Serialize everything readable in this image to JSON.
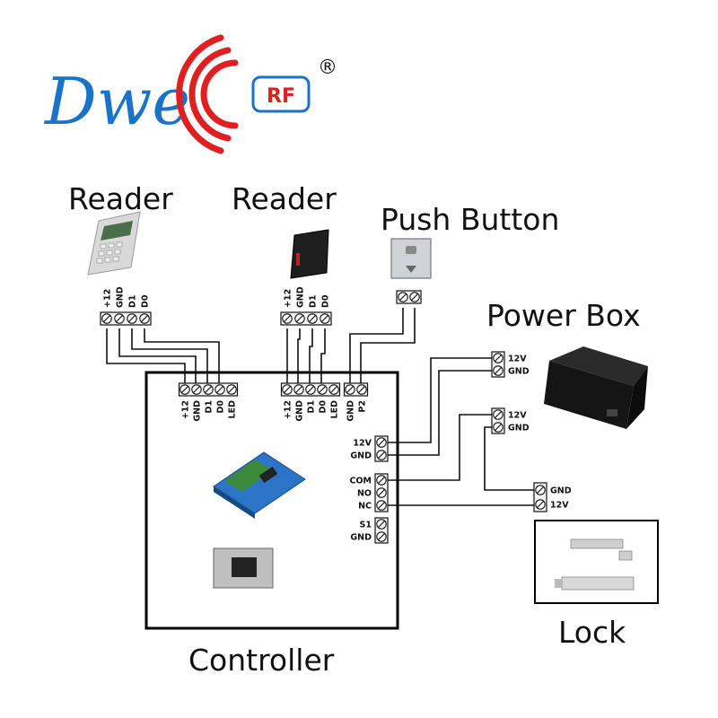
{
  "brand": {
    "text": "Dwe",
    "badge": "RF",
    "registered": "®",
    "brand_color": "#1a73c8",
    "accent_color": "#e02020"
  },
  "labels": {
    "reader1": "Reader",
    "reader2": "Reader",
    "push_button": "Push Button",
    "power_box": "Power Box",
    "controller": "Controller",
    "lock": "Lock"
  },
  "reader1_pins": [
    "+12",
    "GND",
    "D1",
    "D0"
  ],
  "reader2_pins": [
    "+12",
    "GND",
    "D1",
    "D0"
  ],
  "ctrl_top_left_pins": [
    "+12",
    "GND",
    "D1",
    "D0",
    "LED"
  ],
  "ctrl_top_mid_pins": [
    "+12",
    "GND",
    "D1",
    "D0",
    "LED"
  ],
  "ctrl_top_right_pins": [
    "GND",
    "P2"
  ],
  "ctrl_right_pins": {
    "power": [
      "12V",
      "GND"
    ],
    "relay": [
      "COM",
      "NO",
      "NC"
    ],
    "sensor": [
      "S1",
      "GND"
    ]
  },
  "power_out1": [
    "12V",
    "GND"
  ],
  "power_out2": [
    "12V",
    "GND"
  ],
  "lock_pins": [
    "GND",
    "12V"
  ]
}
